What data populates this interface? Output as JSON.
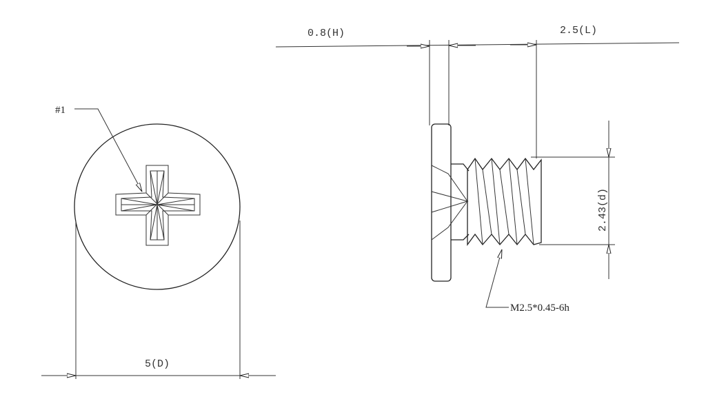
{
  "drawing": {
    "front_view": {
      "recess_label": "#1",
      "diameter_label": "5(D)"
    },
    "side_view": {
      "head_height_label": "0.8(H)",
      "length_label": "2.5(L)",
      "thread_diameter_label": "2.43(d)",
      "thread_spec_label": "M2.5*0.45-6h"
    }
  }
}
